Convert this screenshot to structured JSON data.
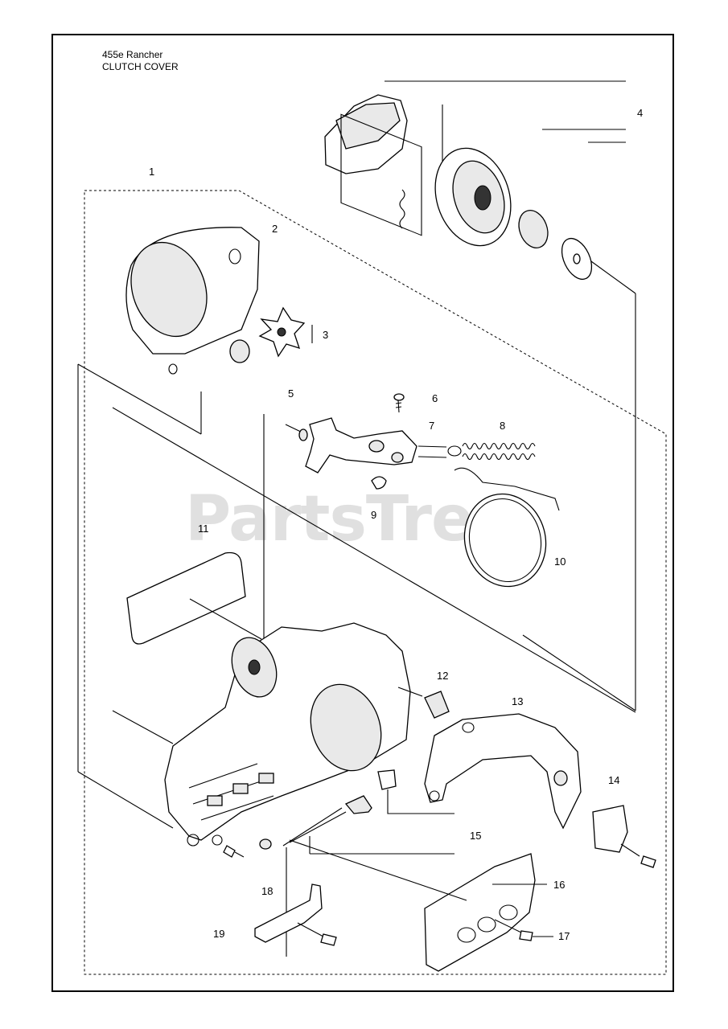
{
  "header": {
    "model": "455e Rancher",
    "section": "CLUTCH COVER"
  },
  "watermark": "PartsTree",
  "callouts": [
    "1",
    "2",
    "3",
    "4",
    "5",
    "6",
    "7",
    "8",
    "9",
    "10",
    "11",
    "12",
    "13",
    "14",
    "15",
    "16",
    "17",
    "18",
    "19"
  ]
}
